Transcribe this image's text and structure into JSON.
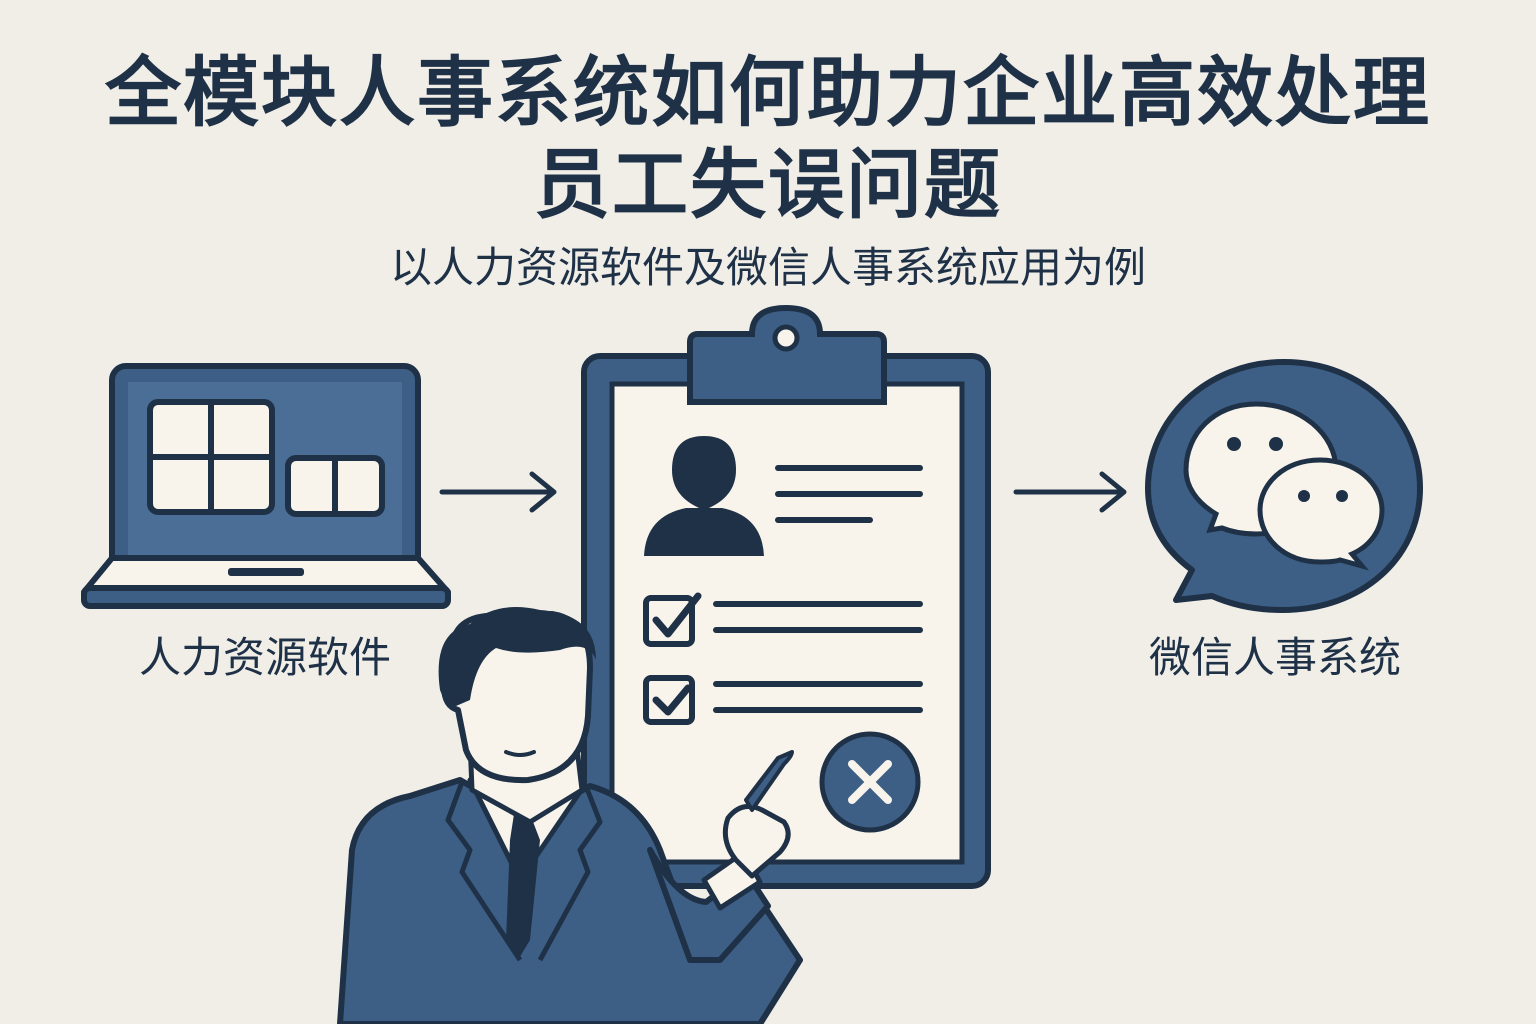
{
  "title": {
    "line1": "全模块人事系统如何助力企业高效处理",
    "line2": "员工失误问题"
  },
  "subtitle": "以人力资源软件及微信人事系统应用为例",
  "nodes": {
    "left_caption": "人力资源软件",
    "right_caption": "微信人事系统"
  },
  "colors": {
    "dark_navy": "#1f3147",
    "steel_blue": "#3d5f86",
    "cream": "#f8f4ec",
    "background": "#f1eee8"
  },
  "icons": [
    "laptop-icon",
    "clipboard-icon",
    "chat-bubble-icon",
    "arrow-right-icon",
    "user-silhouette-icon",
    "checkbox-checked-icon",
    "x-circle-icon",
    "pen-icon",
    "businessman-figure"
  ]
}
